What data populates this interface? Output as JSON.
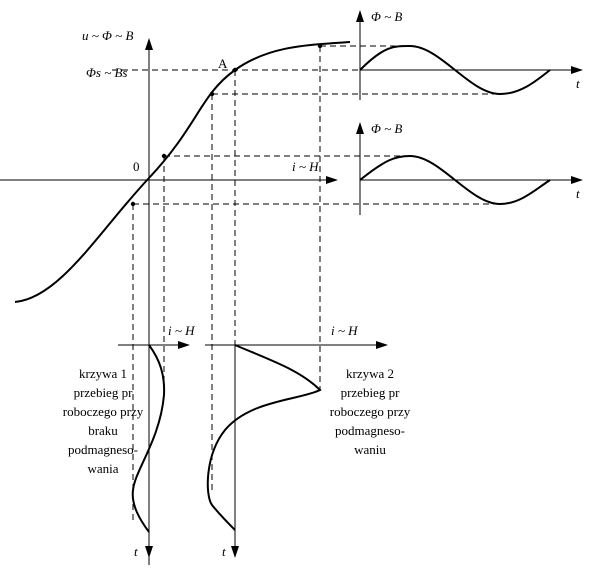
{
  "labels": {
    "main_y_axis": "u ~ Φ ~ B",
    "saturation_level": "Φs ~ Bs",
    "point_a": "A",
    "origin": "0",
    "main_x_axis": "i ~ H",
    "flux_axis_top": "Φ ~ B",
    "flux_axis_bottom": "Φ ~ B",
    "time_axis": "t",
    "current_axis_left": "i ~ H",
    "current_axis_right": "i ~ H"
  },
  "curve1_caption": [
    "krzywa 1",
    "przebieg pr",
    "roboczego przy",
    "braku",
    "podmagneso-",
    "wania"
  ],
  "curve2_caption": [
    "krzywa 2",
    "przebieg pr",
    "roboczego przy",
    "podmagneso-",
    "waniu"
  ]
}
